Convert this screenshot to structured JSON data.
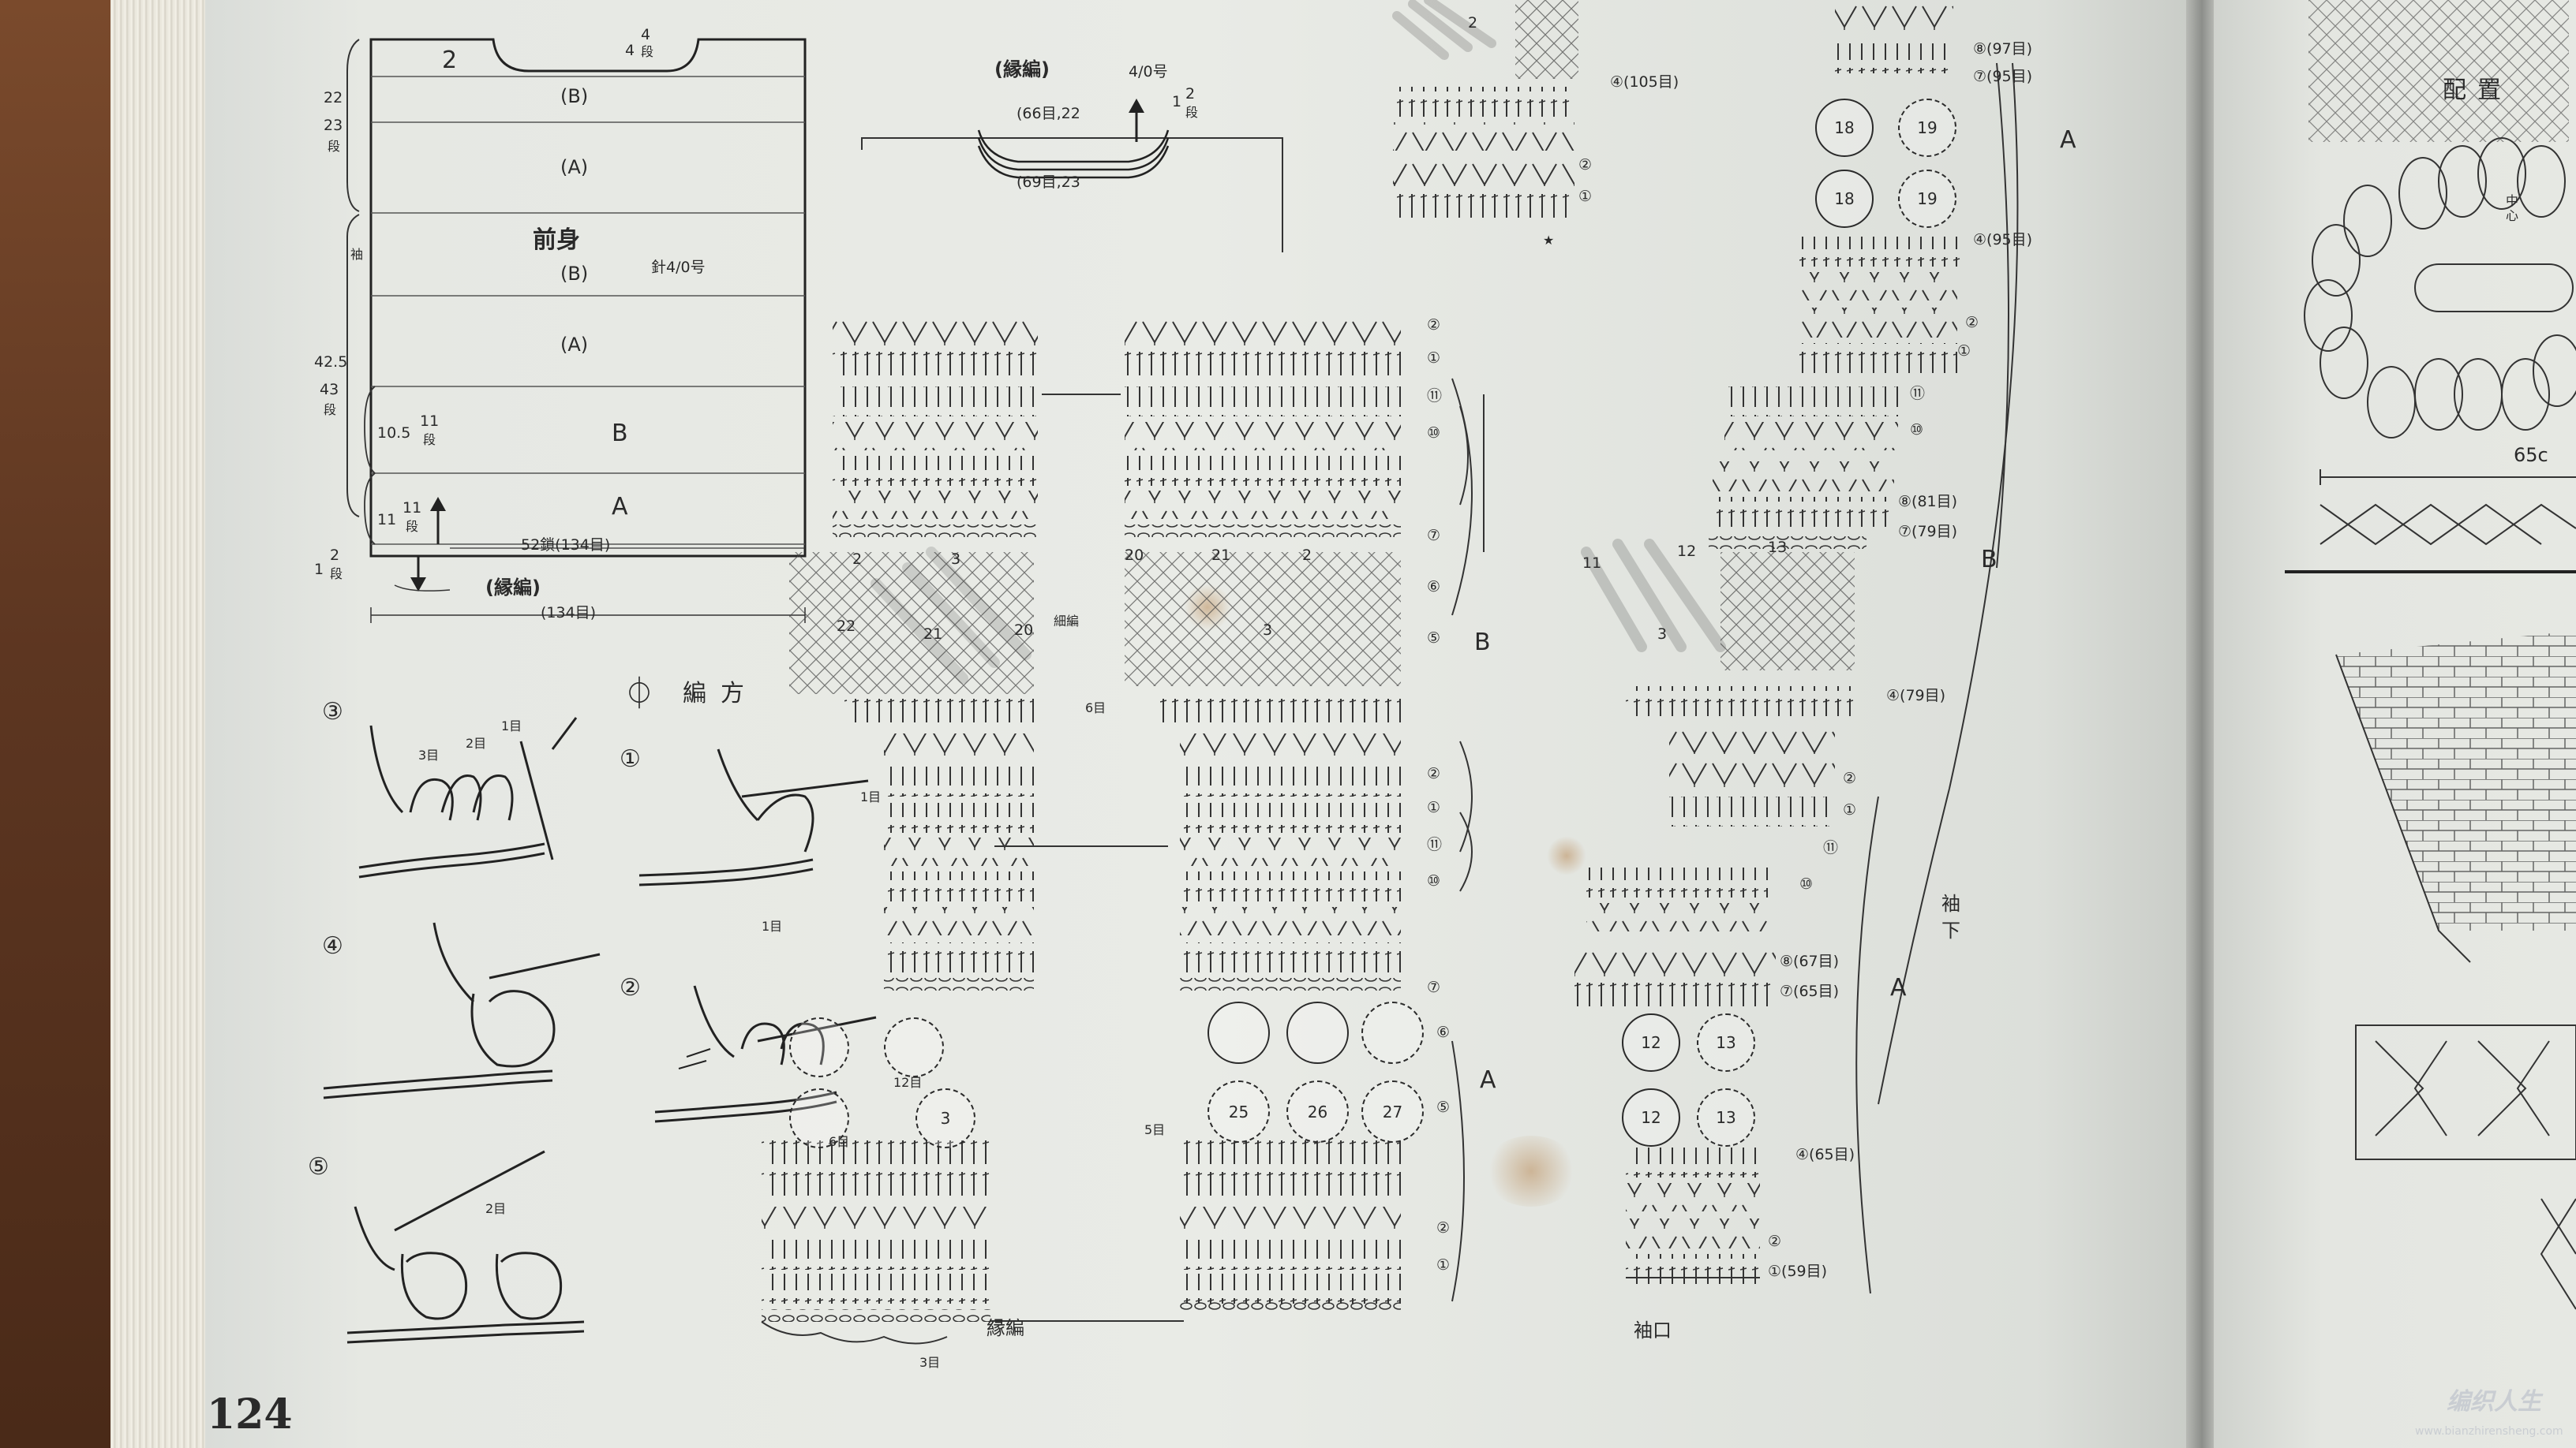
{
  "page_number": "124",
  "watermark": {
    "title": "编织人生",
    "url": "www.bianzhirensheng.com"
  },
  "schematic": {
    "panel_number": "2",
    "bands": [
      "(B)",
      "(A)",
      "(B)",
      "(A)",
      "B",
      "A"
    ],
    "front_label": "前身",
    "needle_note": "針4/0号",
    "neck_depth": "4",
    "neck_rows": "4",
    "neck_rows_unit": "段",
    "top_height": "22",
    "top_rows": "23",
    "top_rows_unit": "段",
    "sleeve_label": "袖",
    "mid_height": "42.5",
    "mid_rows": "43",
    "mid_rows_unit": "段",
    "band_b_height": "10.5",
    "band_b_rows": "11",
    "band_b_rows_unit": "段",
    "band_a_height": "11",
    "band_a_rows": "11",
    "band_a_rows_unit": "段",
    "bottom_height": "1",
    "bottom_rows": "2",
    "bottom_rows_unit": "段",
    "width_inner": "52鎖(134目)",
    "edging_label": "(縁編)",
    "width_bottom": "(134目)"
  },
  "edging_detail": {
    "title": "(縁編)",
    "needle": "4/0号",
    "upper_count": "(66目,22",
    "lower_count": "(69目,23",
    "rows": "2",
    "rows_top": "1",
    "rows_unit": "段"
  },
  "method": {
    "title": "編方",
    "steps": [
      "③",
      "④",
      "⑤",
      "①",
      "②"
    ],
    "labels_3": [
      "3目",
      "2目",
      "1目"
    ],
    "labels_1": [
      "1目",
      "1目"
    ],
    "labels_5": [
      "2目"
    ]
  },
  "chart_center": {
    "row_markers_top": [
      "②",
      "①",
      "⑪",
      "⑩",
      "⑦",
      "⑥",
      "⑤"
    ],
    "row_markers_bottom": [
      "②",
      "①",
      "⑪",
      "⑩",
      "⑦",
      "⑥",
      "⑤",
      "②",
      "①"
    ],
    "section_b": "B",
    "section_a": "A",
    "edging_label": "縁編",
    "center_label": "細編",
    "count_6": "6目",
    "count_5": "5目",
    "count_12": "12目",
    "count_3": "3目",
    "motif_numbers_left": [
      "22",
      "21",
      "20",
      "3",
      "2"
    ],
    "motif_numbers_right": [
      "20",
      "21",
      "2",
      "3"
    ],
    "flower_numbers_left": [
      "6目",
      "3"
    ],
    "flower_numbers_right": [
      "25",
      "26",
      "27"
    ]
  },
  "chart_sleeve": {
    "top_markers": [
      "⑧(97目)",
      "⑦(95目)",
      "④(95目)",
      "②",
      "①",
      "⑪",
      "⑩",
      "⑧(81目)",
      "⑦(79目)"
    ],
    "mid_markers": [
      "④(79目)",
      "②",
      "①",
      "⑪",
      "⑩",
      "⑧(67目)",
      "⑦(65目)"
    ],
    "bottom_markers": [
      "④(65目)",
      "②",
      "①(59目)"
    ],
    "top_motif_markers": [
      "④(105目)",
      "②",
      "①"
    ],
    "flower_numbers_top": [
      "18",
      "19",
      "18",
      "19"
    ],
    "flower_numbers_bottom": [
      "12",
      "13",
      "12",
      "13"
    ],
    "motif_numbers": [
      "11",
      "12",
      "13",
      "3",
      "2"
    ],
    "section_a_top": "A",
    "section_b": "B",
    "section_a_bottom": "A",
    "sleeve_underarm": "袖下",
    "cuff_label": "袖口",
    "star": "★"
  },
  "right_page": {
    "layout_label": "配置",
    "center_label": "中心",
    "measure": "65c"
  }
}
